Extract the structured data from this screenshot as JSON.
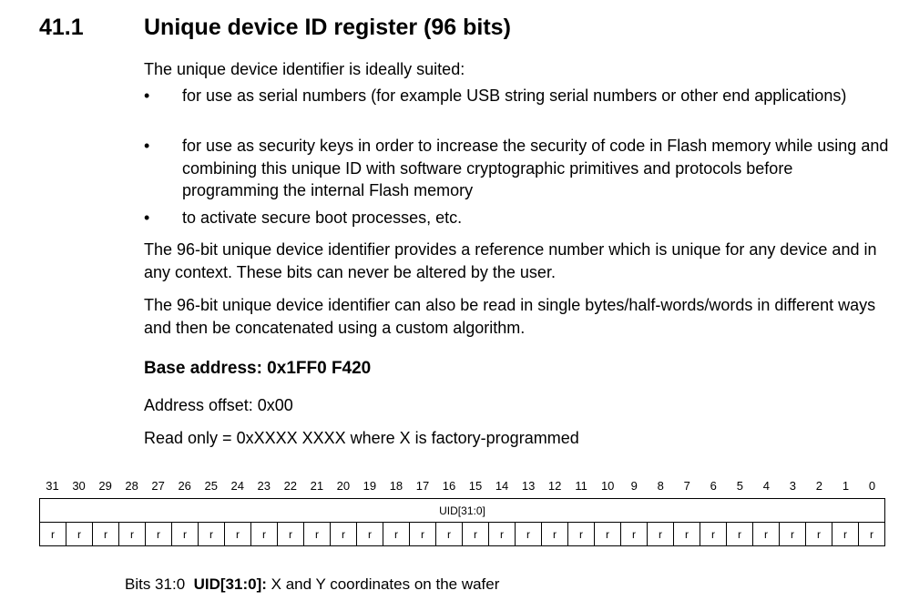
{
  "section": {
    "number": "41.1",
    "title": "Unique device ID register (96 bits)"
  },
  "intro": "The unique device identifier is ideally suited:",
  "bullets": [
    "for use as serial numbers (for example USB string serial numbers or other end applications)",
    "for use as security keys in order to increase the security of code in Flash memory while using and combining this unique ID with software cryptographic primitives and protocols before programming the internal Flash memory",
    "to activate secure boot processes, etc."
  ],
  "bullet_char": "•",
  "para1": "The 96-bit unique device identifier provides a reference number which is unique for any device and in any context. These bits can never be altered by the user.",
  "para2": "The 96-bit unique device identifier can also be read in single bytes/half-words/words in different ways and then be concatenated using a custom algorithm.",
  "base_address": "Base address: 0x1FF0 F420",
  "offset": "Address offset: 0x00",
  "read_only": "Read only = 0xXXXX XXXX where X is factory-programmed",
  "register": {
    "bits": [
      "31",
      "30",
      "29",
      "28",
      "27",
      "26",
      "25",
      "24",
      "23",
      "22",
      "21",
      "20",
      "19",
      "18",
      "17",
      "16",
      "15",
      "14",
      "13",
      "12",
      "11",
      "10",
      "9",
      "8",
      "7",
      "6",
      "5",
      "4",
      "3",
      "2",
      "1",
      "0"
    ],
    "field": "UID[31:0]",
    "access": "r"
  },
  "bit_desc": {
    "bits": "Bits 31:0",
    "field": "UID[31:0]:",
    "text": " X and Y coordinates on the wafer"
  }
}
